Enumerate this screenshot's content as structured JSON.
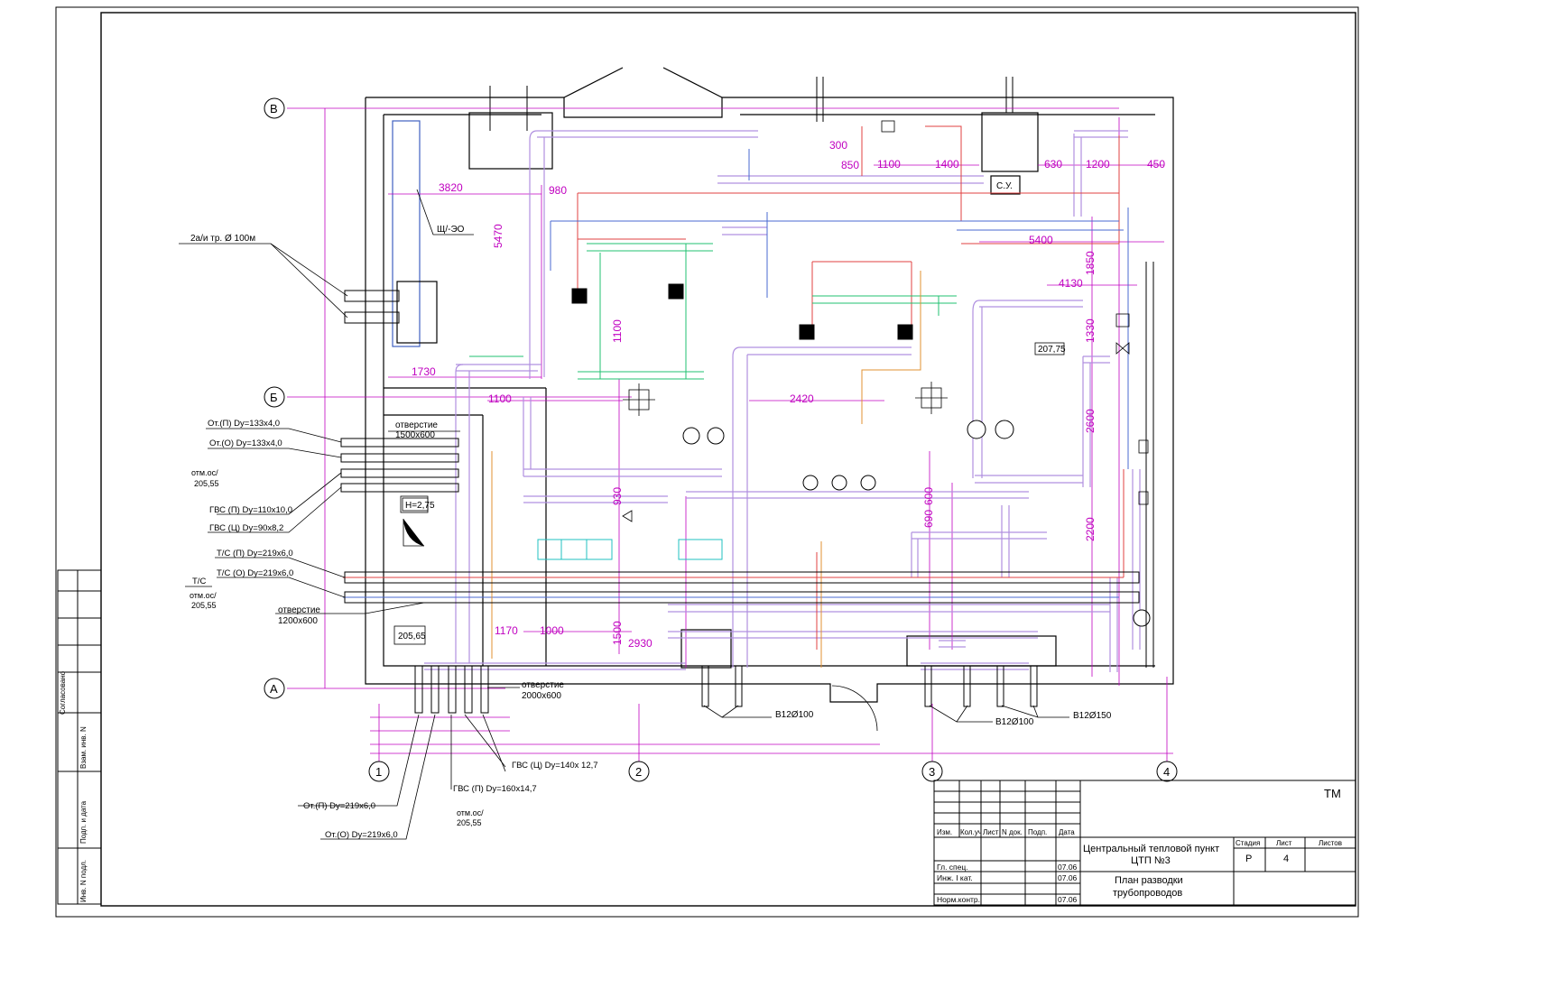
{
  "grid_axes": {
    "rows": [
      "В",
      "Б",
      "А"
    ],
    "cols": [
      "1",
      "2",
      "3",
      "4"
    ]
  },
  "dimensions": [
    "3820",
    "980",
    "5470",
    "1730",
    "1100",
    "1100",
    "1400",
    "630",
    "1200",
    "450",
    "5400",
    "4130",
    "1850",
    "1330",
    "2600",
    "2200",
    "2420",
    "1100",
    "930",
    "1000",
    "1170",
    "1500",
    "2930",
    "690",
    "600",
    "300",
    "850"
  ],
  "labels": {
    "chimney": "2а/и тр. Ø 100м",
    "panel": "Щ/-ЭО",
    "su": "С.У.",
    "mark_1": "207,75",
    "mark_2": "Н=2,75",
    "mark_3": "205,65",
    "opening_1_title": "отверстие",
    "opening_1_size": "1500х600",
    "opening_2_title": "отверстие",
    "opening_2_size": "1200х600",
    "opening_3_title": "отверстие",
    "opening_3_size": "2000х600",
    "pipe_ot_p_133": "От.(П) Dу=133х4,0",
    "pipe_ot_o_133": "От.(О) Dу=133х4,0",
    "pipe_gvs_p_110": "ГВС (П) Dу=110х10,0",
    "pipe_gvs_c_90": "ГВС (Ц) Dу=90х8,2",
    "pipe_ts_p_219": "Т/С (П) Dу=219х6,0",
    "pipe_ts_o_219": "Т/С (О) Dу=219х6,0",
    "pipe_ts_short": "Т/С",
    "otm_1": "отм.ос/",
    "otm_1_val": "205,55",
    "otm_2": "отм.ос/",
    "otm_2_val": "205,55",
    "otm_3": "отм.ос/",
    "otm_3_val": "205,55",
    "pipe_gvs_c_140": "ГВС (Ц) Dу=140х  12,7",
    "pipe_gvs_p_160": "ГВС (П) Dу=160х14,7",
    "pipe_ot_p_219": "От.(П) Dу=219х6,0",
    "pipe_ot_o_219": "От.(О) Dу=219х6,0",
    "v12_1": "В12Ø100",
    "v12_2": "В12Ø100",
    "v12_3": "В12Ø150",
    "side_soglasovano": "Согласовано",
    "side_vzam": "Взам. инв. N",
    "side_podp": "Подп. и дата",
    "side_inv": "Инв. N подл."
  },
  "title_block": {
    "code": "ТМ",
    "headers": [
      "Изм.",
      "Кол.уч",
      "Лист",
      "N док.",
      "Подп.",
      "Дата"
    ],
    "project_line1": "Центральный тепловой пункт",
    "project_line2": "ЦТП №3",
    "stage_header": "Стадия",
    "sheet_header": "Лист",
    "sheets_header": "Листов",
    "stage": "Р",
    "sheet": "4",
    "sheets": "",
    "roles": [
      "Гл. спец.",
      "Инж. I кат.",
      "",
      "Норм.контр."
    ],
    "dates": [
      "07.06",
      "07.06",
      "",
      "07.06"
    ],
    "drawing_line1": "План разводки",
    "drawing_line2": "трубопроводов"
  }
}
